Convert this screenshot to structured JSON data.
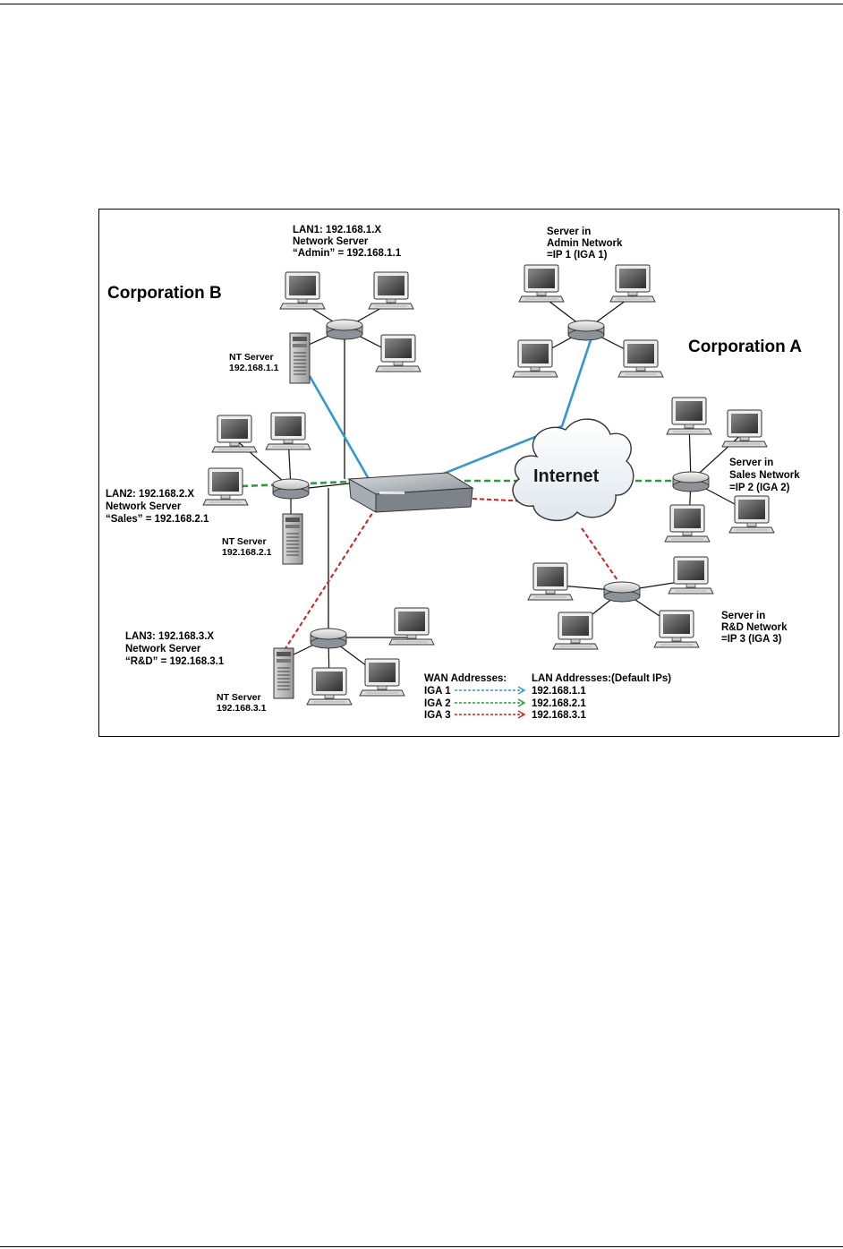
{
  "diagram": {
    "corporations": {
      "b": "Corporation B",
      "a": "Corporation A"
    },
    "internet": "Internet",
    "lan1": {
      "line1": "LAN1: 192.168.1.X",
      "line2": "Network Server",
      "line3": "“Admin” = 192.168.1.1",
      "nt_label": "NT Server",
      "nt_ip": "192.168.1.1"
    },
    "lan2": {
      "line1": "LAN2: 192.168.2.X",
      "line2": "Network Server",
      "line3": "“Sales” = 192.168.2.1",
      "nt_label": "NT Server",
      "nt_ip": "192.168.2.1"
    },
    "lan3": {
      "line1": "LAN3: 192.168.3.X",
      "line2": "Network Server",
      "line3": "“R&D” = 192.168.3.1",
      "nt_label": "NT Server",
      "nt_ip": "192.168.3.1"
    },
    "admin_server": {
      "line1": "Server in",
      "line2": "Admin Network",
      "line3": "=IP 1 (IGA 1)"
    },
    "sales_server": {
      "line1": "Server in",
      "line2": "Sales Network",
      "line3": "=IP 2 (IGA 2)"
    },
    "rd_server": {
      "line1": "Server in",
      "line2": "R&D Network",
      "line3": "=IP 3 (IGA 3)"
    },
    "legend": {
      "wan_header": "WAN Addresses:",
      "lan_header": "LAN Addresses:(Default IPs)",
      "rows": [
        {
          "wan": "IGA 1",
          "lan": "192.168.1.1",
          "color": "#3399cc"
        },
        {
          "wan": "IGA 2",
          "lan": "192.168.2.1",
          "color": "#2a9a3a"
        },
        {
          "wan": "IGA 3",
          "lan": "192.168.3.1",
          "color": "#cc2222"
        }
      ]
    },
    "colors": {
      "blue_link": "#3399cc",
      "green_link": "#2a9a3a",
      "red_link": "#cc2222"
    }
  }
}
